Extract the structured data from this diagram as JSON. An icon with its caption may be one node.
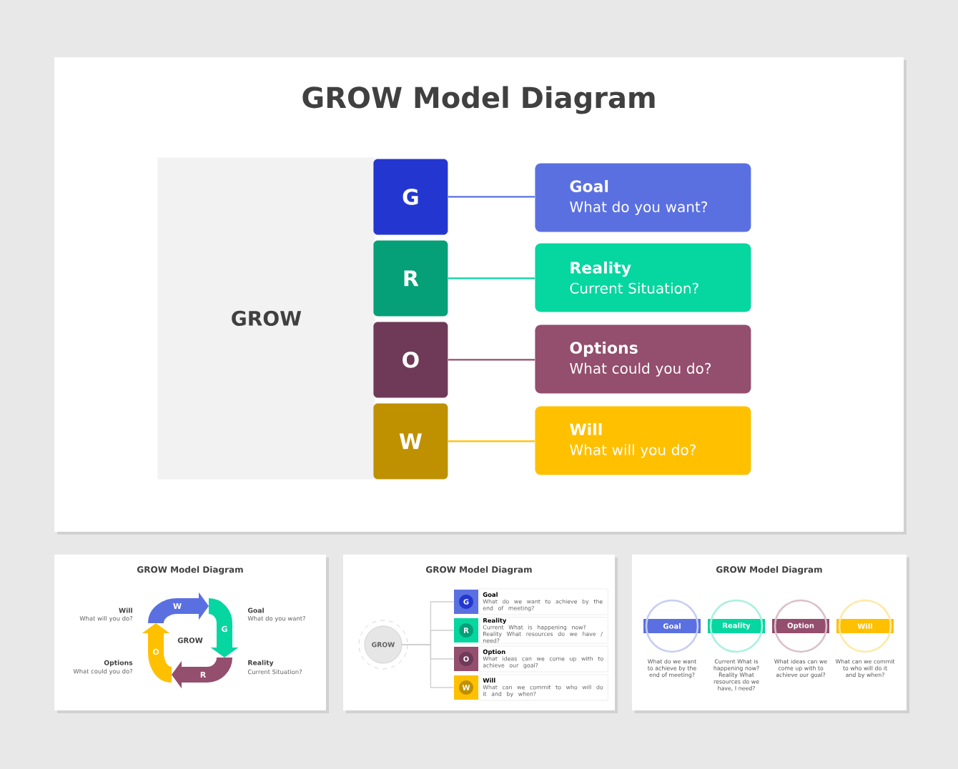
{
  "diagram": {
    "title": "GROW Model Diagram",
    "nodes": [
      {
        "text": [
          "GROW"
        ]
      },
      {
        "text": [
          "G"
        ]
      },
      {
        "text": [
          "R"
        ]
      },
      {
        "text": [
          "O"
        ]
      },
      {
        "text": [
          "W"
        ]
      },
      {
        "text": [
          "Goal",
          "What do you want?"
        ]
      },
      {
        "text": [
          "Reality",
          "Current Situation?"
        ]
      },
      {
        "text": [
          "Options",
          "What could you do?"
        ]
      },
      {
        "text": [
          "Will",
          "What will you do?"
        ]
      },
      {
        "text": [
          "W"
        ]
      },
      {
        "text": [
          "G"
        ]
      },
      {
        "text": [
          "R"
        ]
      },
      {
        "text": [
          "O"
        ]
      },
      {
        "text": [
          "GROW"
        ]
      },
      {
        "text": [
          "G"
        ]
      },
      {
        "text": [
          "R"
        ]
      },
      {
        "text": [
          "O"
        ]
      },
      {
        "text": [
          "W"
        ]
      },
      {
        "text": [
          "Goal",
          "What do we want to achieve by the end of meeting?"
        ]
      },
      {
        "text": [
          "Reality",
          "Current What is happening now? Reality What resources do we have / need?"
        ]
      },
      {
        "text": [
          "Option",
          "What ideas can we come up with to achieve our goal?"
        ]
      },
      {
        "text": [
          "Will",
          "What can we commit to who will do it and by when?"
        ]
      },
      {
        "text": [
          "Goal"
        ],
        "beside": [
          "What do we want to achieve by the end of meeting?"
        ]
      },
      {
        "text": [
          "Reality"
        ],
        "beside": [
          "Current What is happening now? Reality What resources do we have, I need?"
        ]
      },
      {
        "text": [
          "Option"
        ],
        "beside": [
          "What ideas can we come up with to achieve our goal?"
        ]
      },
      {
        "text": [
          "Will"
        ],
        "beside": [
          "What can we commit to who will do it and by when?"
        ]
      }
    ],
    "edges": [
      {
        "from": 1,
        "to": 5,
        "arrow": "none",
        "color": "#5b70e0"
      },
      {
        "from": 2,
        "to": 6,
        "arrow": "none",
        "color": "#06d6a0"
      },
      {
        "from": 3,
        "to": 7,
        "arrow": "none",
        "color": "#944e6e"
      },
      {
        "from": 4,
        "to": 8,
        "arrow": "none",
        "color": "#ffc000"
      },
      {
        "from": 13,
        "to": 14,
        "arrow": "none",
        "color": "#d0d0d0"
      },
      {
        "from": 13,
        "to": 15,
        "arrow": "none",
        "color": "#d0d0d0"
      },
      {
        "from": 13,
        "to": 16,
        "arrow": "none",
        "color": "#d0d0d0"
      },
      {
        "from": 13,
        "to": 17,
        "arrow": "none",
        "color": "#d0d0d0"
      },
      {
        "from": 9,
        "to": 10,
        "arrow": "to",
        "style": "thick",
        "color": "#5b70e0"
      },
      {
        "from": 10,
        "to": 11,
        "arrow": "to",
        "style": "thick",
        "color": "#06d6a0"
      },
      {
        "from": 11,
        "to": 12,
        "arrow": "to",
        "style": "thick",
        "color": "#944e6e"
      },
      {
        "from": 12,
        "to": 9,
        "arrow": "to",
        "style": "thick",
        "color": "#ffc000"
      }
    ],
    "labels": [
      "GROW Model Diagram",
      "Will",
      "What will you do?",
      "Goal",
      "What do you want?",
      "GROW",
      "Options",
      "What could you do?",
      "Reality",
      "Current Situation?",
      "GROW Model Diagram",
      "GROW Model Diagram"
    ]
  }
}
